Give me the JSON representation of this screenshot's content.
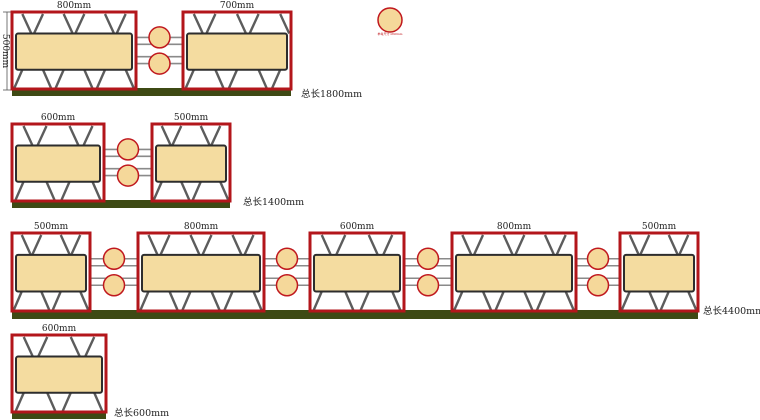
{
  "legend": {
    "label": "参考尺寸 Ø90mm",
    "fill": "#f5d89a",
    "stroke": "#c0181e"
  },
  "height_label": "500mm",
  "colors": {
    "frame": "#b3161b",
    "panel_fill": "#f4dca0",
    "panel_stroke": "#2d2d2d",
    "strut": "#5c5c5c",
    "ground": "#3e4a14",
    "rail": "#8a8a8a",
    "ball_fill": "#f5d89a",
    "ball_stroke": "#c0181e",
    "text": "#222222"
  },
  "rows": [
    {
      "modules": [
        "800mm",
        "700mm"
      ],
      "total": "总长1800mm"
    },
    {
      "modules": [
        "600mm",
        "500mm"
      ],
      "total": "总长1400mm"
    },
    {
      "modules": [
        "500mm",
        "800mm",
        "600mm",
        "800mm",
        "500mm"
      ],
      "total": "总长4400mm"
    },
    {
      "modules": [
        "600mm"
      ],
      "total": "总长600mm"
    }
  ]
}
